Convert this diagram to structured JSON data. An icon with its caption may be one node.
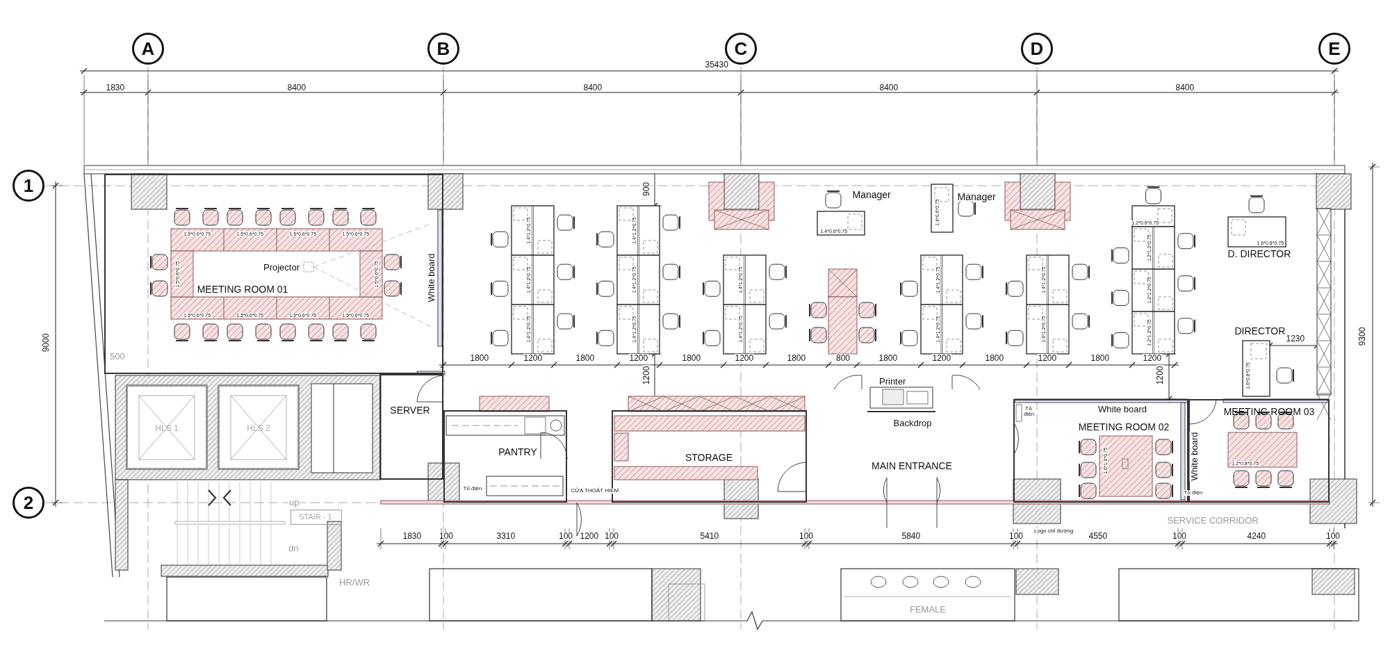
{
  "diagram": {
    "nodes": [
      {
        "text": [
          "A"
        ]
      },
      {
        "text": [
          "B"
        ]
      },
      {
        "text": [
          "C"
        ]
      },
      {
        "text": [
          "D"
        ]
      },
      {
        "text": [
          "E"
        ]
      },
      {
        "text": [
          "1"
        ]
      },
      {
        "text": [
          "2"
        ]
      },
      {
        "text": [
          "MEETING ROOM 01"
        ]
      },
      {
        "text": [
          "HLS 1"
        ]
      },
      {
        "text": [
          "HLS 2"
        ]
      },
      {
        "text": [
          "SERVER"
        ]
      },
      {
        "text": [
          "PANTRY"
        ]
      },
      {
        "text": [
          "STORAGE"
        ]
      },
      {
        "text": [
          "MEETING ROOM 02"
        ]
      },
      {
        "text": [
          "MEETING ROOM 03"
        ]
      },
      {
        "text": [
          "STAIR - 1"
        ]
      }
    ],
    "labels": [
      "35430",
      "1830",
      "8400",
      "8400",
      "8400",
      "8400",
      "9000",
      "900",
      "Manager",
      "Manager",
      "9300",
      "Projector",
      "White board",
      "D. DIRECTOR",
      "500",
      "1800",
      "1200",
      "1800",
      "1200",
      "1800",
      "1200",
      "1800",
      "800",
      "1800",
      "1200",
      "1800",
      "1200",
      "1800",
      "1200",
      "DIRECTOR",
      "1230",
      "1200",
      "1200",
      "Printer",
      "Tủ điện",
      "White board",
      "Backdrop",
      "MAIN ENTRANCE",
      "White board",
      "Tủ điện",
      "CỬA THOÁT HIỂM",
      "Tủ điện",
      "up",
      "SERVICE CORRIDOR",
      "Logo chỉ đường",
      "1830",
      "100",
      "3310",
      "100",
      "1200",
      "100",
      "5410",
      "100",
      "5840",
      "100",
      "4550",
      "100",
      "4240",
      "100",
      "dn",
      "HR/WR",
      "FEMALE",
      "1.5*0.6*0.75",
      "1.5*0.6*0.75",
      "1.5*0.6*0.75",
      "1.5*0.6*0.75",
      "1.5*0.6*0.75",
      "1.5*0.6*0.75",
      "1.5*0.6*0.75",
      "1.5*0.6*0.75",
      "1.5*0.6*0.75",
      "1.5*0.6*0.75",
      "1.4*1.2*0.75",
      "1.4*1.2*0.75",
      "1.4*1.2*0.75",
      "1.4*1.2*0.75",
      "1.4*1.2*0.75",
      "1.4*1.2*0.75",
      "1.4*1.2*0.75",
      "1.4*1.2*0.75",
      "1.4*1.2*0.75",
      "1.4*1.2*0.75",
      "1.4*1.2*0.75",
      "1.4*1.2*0.75",
      "1.2*0.6*0.75",
      "1.2*1.2*0.75",
      "1.2*1.2*0.75",
      "1.2*1.2*0.75",
      "1.4*0.6*0.75",
      "1.4*0.6*0.75",
      "1.6*0.8*0.75",
      "1.6*0.8*0.75",
      "1.6*1.0*0.75",
      "1.2*0.8*0.75"
    ]
  }
}
